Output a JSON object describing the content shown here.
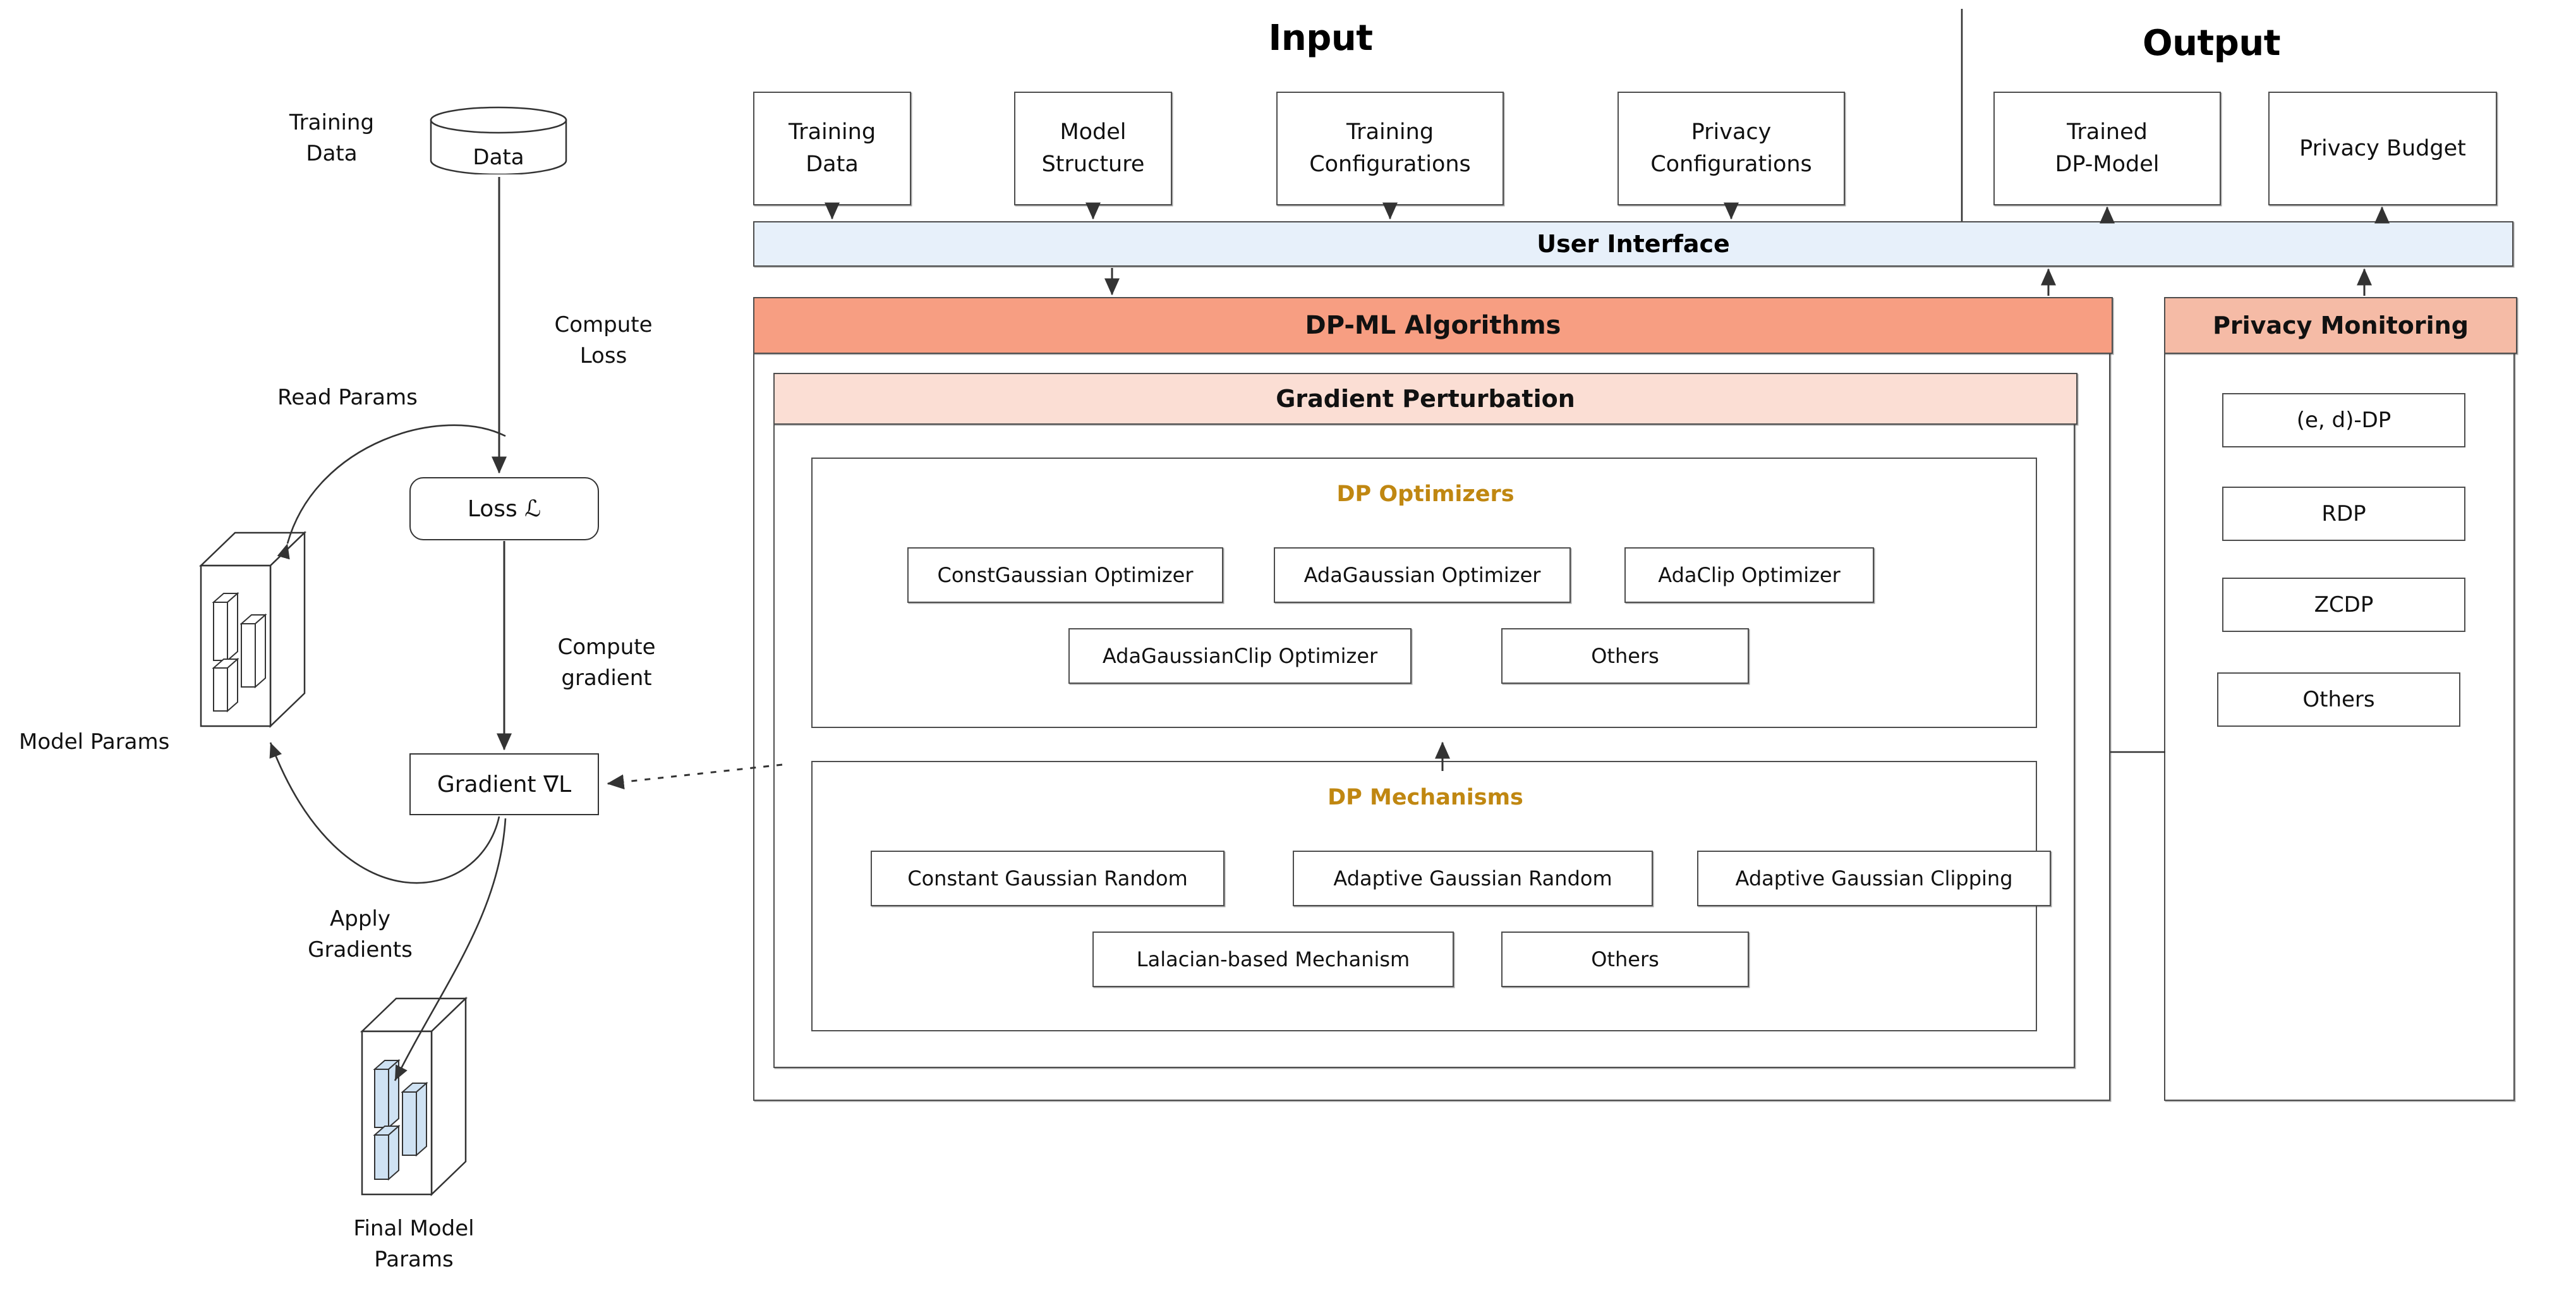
{
  "sections": {
    "input_title": "Input",
    "output_title": "Output"
  },
  "left_flow": {
    "training_data_label": "Training\nData",
    "datastore_label": "Data",
    "compute_loss_label": "Compute\nLoss",
    "read_params_label": "Read Params",
    "model_params_label": "Model Params",
    "loss_node_label": "Loss ℒ",
    "compute_gradient_label": "Compute\ngradient",
    "gradient_node_label": "Gradient ∇L",
    "apply_gradients_label": "Apply\nGradients",
    "final_model_params_label": "Final Model\nParams"
  },
  "io": {
    "inputs": [
      {
        "label": "Training\nData"
      },
      {
        "label": "Model\nStructure"
      },
      {
        "label": "Training\nConfigurations"
      },
      {
        "label": "Privacy\nConfigurations"
      }
    ],
    "outputs": [
      {
        "label": "Trained\nDP-Model"
      },
      {
        "label": "Privacy Budget"
      }
    ]
  },
  "user_interface": {
    "label": "User Interface"
  },
  "dpml": {
    "header": "DP-ML Algorithms",
    "gradient_perturbation_header": "Gradient Perturbation",
    "optimizers": {
      "title": "DP Optimizers",
      "row1": [
        "ConstGaussian Optimizer",
        "AdaGaussian Optimizer",
        "AdaClip Optimizer"
      ],
      "row2": [
        "AdaGaussianClip Optimizer",
        "Others"
      ]
    },
    "mechanisms": {
      "title": "DP Mechanisms",
      "row1": [
        "Constant Gaussian Random",
        "Adaptive Gaussian Random",
        "Adaptive Gaussian Clipping"
      ],
      "row2": [
        "Lalacian-based Mechanism",
        "Others"
      ]
    }
  },
  "privacy_monitoring": {
    "header": "Privacy Monitoring",
    "items": [
      "(e, d)-DP",
      "RDP",
      "ZCDP",
      "Others"
    ]
  },
  "colors": {
    "dpml_header": "#f79e82",
    "gradient_perturbation_header": "#fbded4",
    "privacy_monitoring_header": "#f5bba6",
    "user_interface": "#e7f0fa",
    "group_title_text": "#c08711",
    "stroke": "#4d4d4d",
    "final_params_fill": "#cfe2f3"
  }
}
